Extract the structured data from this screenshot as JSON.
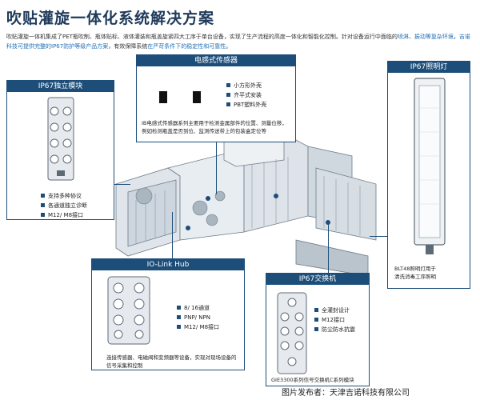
{
  "title": "吹贴灌旋一体化系统解决方案",
  "intro": {
    "line1_prefix": "吹贴灌旋一体机集成了PET瓶吹制、瓶体贴标、液体灌装和瓶盖旋紧四大工序于单台设备，实现了生产流程的高度一体化和智能化控制。针对设备运行中面临的",
    "line1_highlight": "喷淋、振动等复杂环境",
    "line1_suffix": "，",
    "line2_highlight1": "吉诺科技可提供完整的IP67防护等级产品方案",
    "line2_mid": "，有效保障系统",
    "line2_highlight2": "在严苛条件下的稳定性和可靠性",
    "line2_suffix": "。"
  },
  "sensor_panel": {
    "title": "电感式传感器",
    "bullets": [
      "小方形外壳",
      "齐平式安装",
      "PBT塑料外壳"
    ],
    "desc": "IB电感式传感器系列主要用于检测金属部件的位置、测量位移，例如检测瓶盖是否到位、监测传送带上的包装盒定位等"
  },
  "module_panel": {
    "title": "IP67独立模块",
    "bullets": [
      "支持多种协议",
      "各通道独立诊断",
      "M12/ M8接口"
    ]
  },
  "light_panel": {
    "title": "IP67照明灯",
    "desc_line1": "BLT48照明灯用于",
    "desc_line2": "清洗消毒工序照明"
  },
  "hub_panel": {
    "title": "IO-Link Hub",
    "bullets": [
      "8/ 16通道",
      "PNP/ NPN",
      "M12/ M8接口"
    ],
    "desc": "连接传感器、电磁阀和变频器等设备，实现对现场设备的信号采集和控制"
  },
  "switch_panel": {
    "title": "IP67交换机",
    "bullets": [
      "全灌封设计",
      "M12接口",
      "防尘防水抗震"
    ],
    "desc": "GIE3300系列信号交换机C系列模块"
  },
  "caption": "图片发布者：天津吉诺科技有限公司",
  "colors": {
    "accent": "#1d4e7a",
    "title": "#1f3a5a",
    "highlight": "#1f6fb5"
  }
}
